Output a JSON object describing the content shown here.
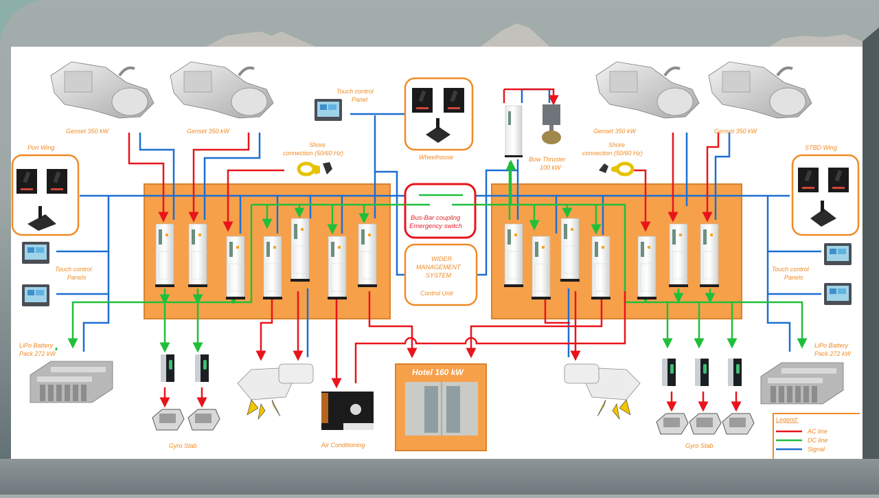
{
  "colors": {
    "ac_line": "#e8141b",
    "dc_line": "#1fbf3a",
    "signal": "#1a6fd1",
    "switchboard": "#f7a04a",
    "accent_label": "#f08a24"
  },
  "gensets_port": [
    {
      "label": "Genset 350 kW"
    },
    {
      "label": "Genset 350 kW"
    }
  ],
  "gensets_stbd": [
    {
      "label": "Genset 350 kW"
    },
    {
      "label": "Genset 350 kW"
    }
  ],
  "port_wing": {
    "label": "Port Wing"
  },
  "stbd_wing": {
    "label": "STBD Wing"
  },
  "touch_panel_top": {
    "line1": "Touch control",
    "line2": "Panel"
  },
  "touch_panels_port": {
    "line1": "Touch control",
    "line2": "Panels"
  },
  "touch_panels_stbd": {
    "line1": "Touch control",
    "line2": "Panels"
  },
  "shore_port": {
    "line1": "Shore",
    "line2": "connection (50/60 Hz)"
  },
  "shore_stbd": {
    "line1": "Shore",
    "line2": "connection (50/60 Hz)"
  },
  "wheelhouse": {
    "label": "Wheelhouse"
  },
  "bow_thruster": {
    "line1": "Bow Thruster",
    "line2": "100 kW"
  },
  "bus_bar": {
    "line1": "Bus-Bar coupling",
    "line2": "Emergency switch"
  },
  "management": {
    "line1": "WIDER",
    "line2": "MANAGEMENT",
    "line3": "SYSTEM",
    "line4": "Control Unit"
  },
  "battery_port": {
    "line1": "LiPo Battery",
    "line2": "Pack 272 kW"
  },
  "battery_stbd": {
    "line1": "LiPo Battery",
    "line2": "Pack 272 kW"
  },
  "gyro_port": {
    "label": "Gyro Stab"
  },
  "gyro_stbd": {
    "label": "Gyro Stab"
  },
  "air_conditioning": {
    "label": "Air Conditioning"
  },
  "hotel": {
    "label": "Hotel 160 kW"
  },
  "legend": {
    "title": "Legend:",
    "items": [
      {
        "label": "AC line",
        "color_key": "ac_line"
      },
      {
        "label": "DC line",
        "color_key": "dc_line"
      },
      {
        "label": "Signal",
        "color_key": "signal"
      }
    ]
  }
}
